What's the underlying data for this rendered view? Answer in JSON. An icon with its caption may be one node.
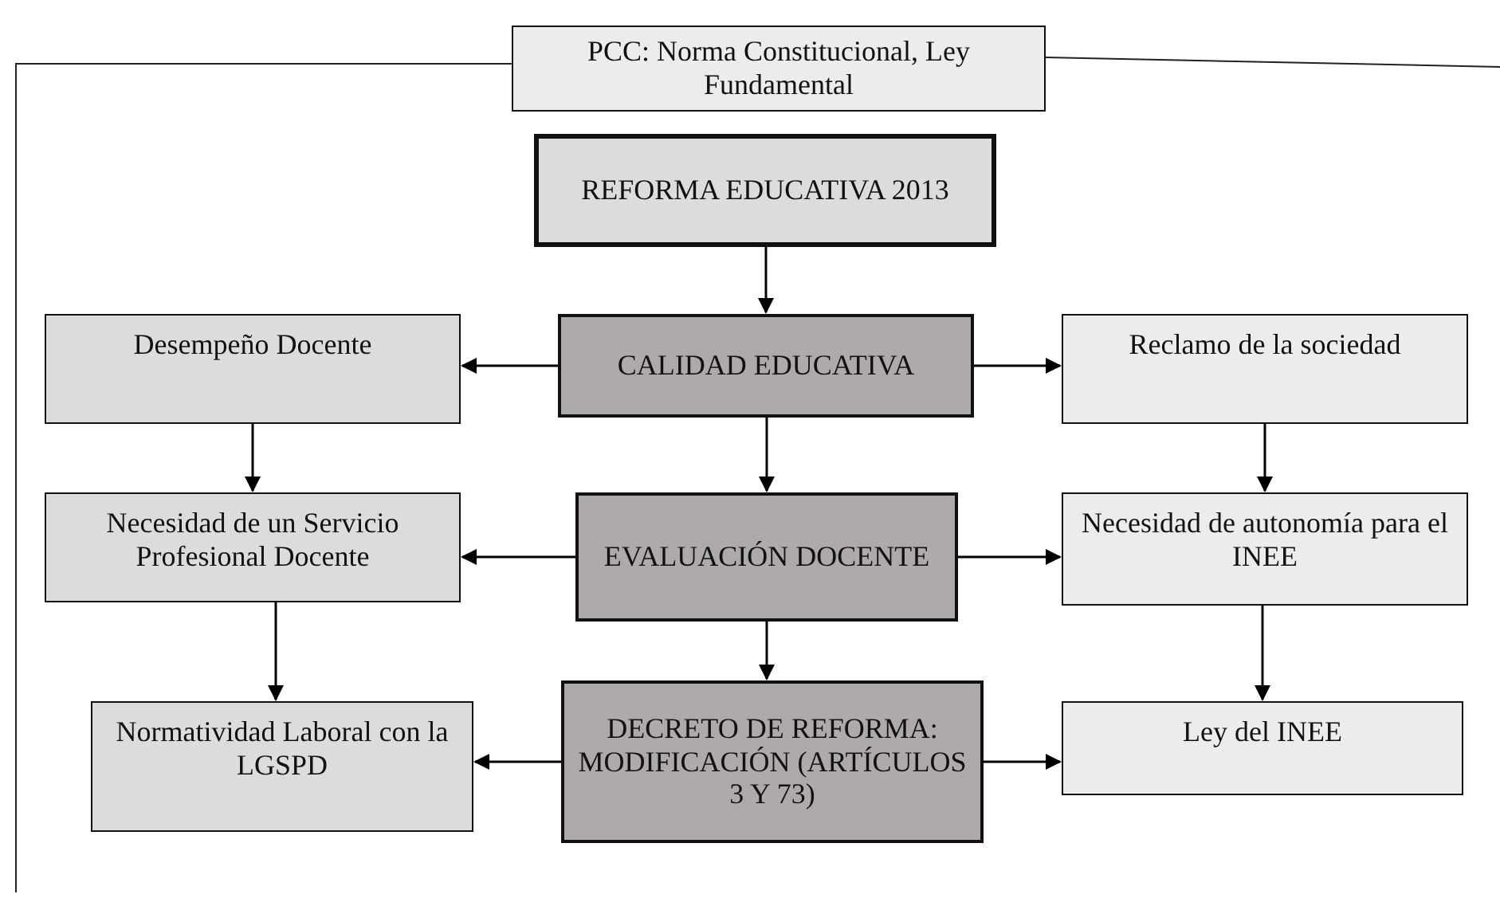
{
  "diagram": {
    "nodes": [
      {
        "text": [
          "PCC: Norma Constitucional, Ley Fundamental"
        ]
      },
      {
        "text": [
          "REFORMA EDUCATIVA 2013"
        ]
      },
      {
        "text": [
          "CALIDAD EDUCATIVA"
        ]
      },
      {
        "text": [
          "Desempeño Docente"
        ]
      },
      {
        "text": [
          "Reclamo de la sociedad"
        ]
      },
      {
        "text": [
          "Necesidad de un Servicio Profesional Docente"
        ]
      },
      {
        "text": [
          "EVALUACIÓN DOCENTE"
        ]
      },
      {
        "text": [
          "Necesidad de autonomía para el INEE"
        ]
      },
      {
        "text": [
          "Normatividad Laboral con la LGSPD"
        ]
      },
      {
        "text": [
          "DECRETO DE REFORMA: MODIFICACIÓN (ARTÍCULOS 3 Y 73)"
        ]
      },
      {
        "text": [
          "Ley del INEE"
        ]
      }
    ],
    "edges": [
      {
        "from": 1,
        "to": 2,
        "arrow": "to"
      },
      {
        "from": 2,
        "to": 3,
        "arrow": "to"
      },
      {
        "from": 2,
        "to": 4,
        "arrow": "to"
      },
      {
        "from": 3,
        "to": 5,
        "arrow": "to"
      },
      {
        "from": 2,
        "to": 6,
        "arrow": "to"
      },
      {
        "from": 4,
        "to": 7,
        "arrow": "to"
      },
      {
        "from": 6,
        "to": 5,
        "arrow": "to"
      },
      {
        "from": 6,
        "to": 7,
        "arrow": "to"
      },
      {
        "from": 5,
        "to": 8,
        "arrow": "to"
      },
      {
        "from": 6,
        "to": 9,
        "arrow": "to"
      },
      {
        "from": 7,
        "to": 10,
        "arrow": "to"
      },
      {
        "from": 9,
        "to": 8,
        "arrow": "to"
      },
      {
        "from": 9,
        "to": 10,
        "arrow": "to"
      }
    ]
  }
}
